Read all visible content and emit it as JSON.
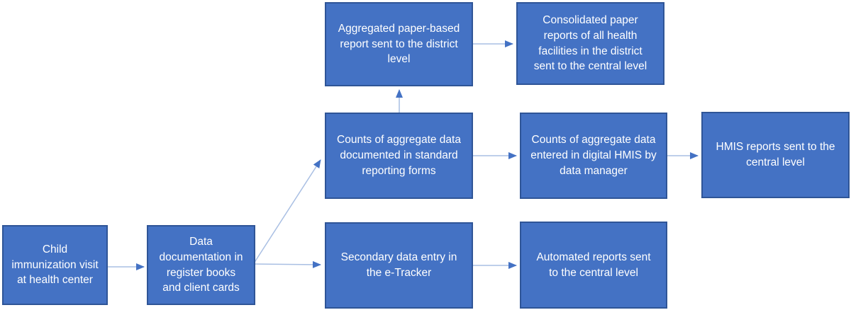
{
  "diagram": {
    "nodes": [
      {
        "id": "child-visit",
        "label": "Child immunization visit at health center"
      },
      {
        "id": "data-documentation",
        "label": "Data documentation in register books and client cards"
      },
      {
        "id": "counts-documented",
        "label": "Counts of aggregate data documented in standard reporting forms"
      },
      {
        "id": "aggregated-paper",
        "label": "Aggregated paper-based report sent to the district level"
      },
      {
        "id": "consolidated-paper",
        "label": "Consolidated paper reports of all health facilities in the district sent to the central level"
      },
      {
        "id": "counts-entered",
        "label": "Counts of aggregate data entered in digital HMIS by data manager"
      },
      {
        "id": "hmis-reports",
        "label": "HMIS reports sent to the central level"
      },
      {
        "id": "secondary-entry",
        "label": "Secondary data entry in the e-Tracker"
      },
      {
        "id": "automated-reports",
        "label": "Automated reports sent to the central level"
      }
    ],
    "edges": [
      {
        "from": "child-visit",
        "to": "data-documentation"
      },
      {
        "from": "data-documentation",
        "to": "counts-documented"
      },
      {
        "from": "data-documentation",
        "to": "secondary-entry"
      },
      {
        "from": "counts-documented",
        "to": "aggregated-paper"
      },
      {
        "from": "counts-documented",
        "to": "counts-entered"
      },
      {
        "from": "aggregated-paper",
        "to": "consolidated-paper"
      },
      {
        "from": "counts-entered",
        "to": "hmis-reports"
      },
      {
        "from": "secondary-entry",
        "to": "automated-reports"
      }
    ],
    "colors": {
      "node_fill": "#4472C4",
      "node_border": "#2F5597",
      "node_text": "#FFFFFF",
      "arrow_line": "#A9BFE3",
      "arrow_head": "#4472C4",
      "background": "#FFFFFF"
    }
  }
}
